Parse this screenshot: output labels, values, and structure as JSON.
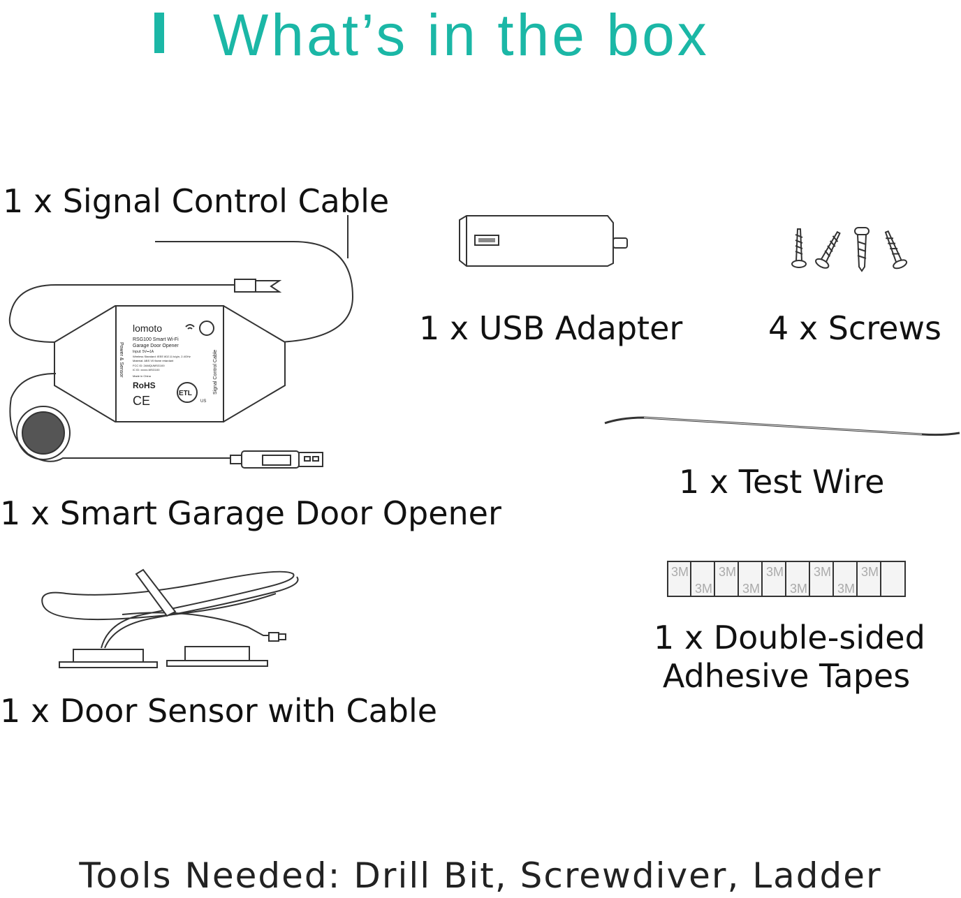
{
  "title": "What’s in the box",
  "items": {
    "signal_cable": "1 x Signal Control Cable",
    "usb_adapter": "1 x USB Adapter",
    "screws": "4 x Screws",
    "opener": "1 x Smart Garage Door Opener",
    "test_wire": "1 x Test Wire",
    "door_sensor": "1 x Door Sensor with Cable",
    "tapes_line1": "1 x Double-sided",
    "tapes_line2": "Adhesive Tapes"
  },
  "device_label": {
    "brand": "lomoto",
    "model": "RSG100 Smart Wi-Fi",
    "name": "Garage Door Opener",
    "input": "Input: 5V⎓1A",
    "wireless": "Wireless Standard: IEEE 802.11 b/g/n, 2.4GHz",
    "material": "Material: ABS V0 flame retardant",
    "fcc": "FCC ID: 2AMQUMSG100",
    "ic": "IC ID: xxxxx-MSG100",
    "made_in": "Made in China",
    "rohs": "RoHS",
    "ce": "CE",
    "etl": "ETL",
    "us": "US",
    "port_left": "Power & Sensor",
    "port_right": "Signal Control Cable"
  },
  "tape_print": "3M",
  "footer": "Tools Needed: Drill Bit, Screwdiver, Ladder",
  "colors": {
    "accent": "#1bb7a6",
    "text": "#111111",
    "line": "#333333"
  }
}
